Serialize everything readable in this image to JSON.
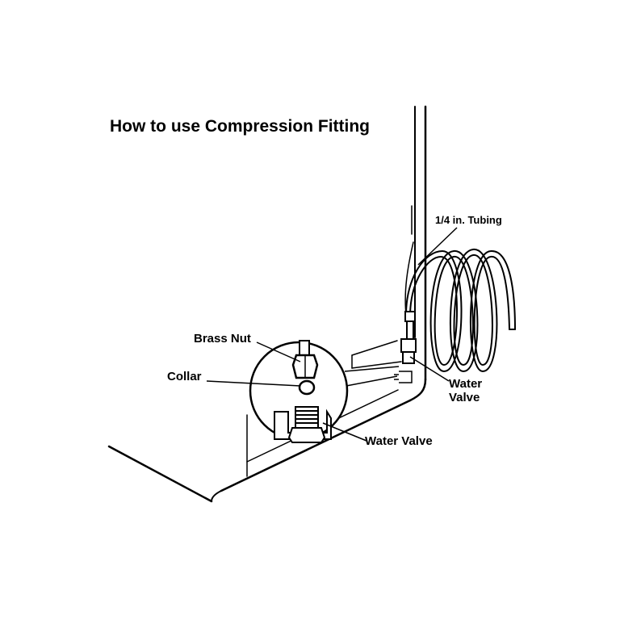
{
  "title": "How to use Compression Fitting",
  "labels": {
    "tubing": "1/4 in. Tubing",
    "brass_nut": "Brass Nut",
    "collar": "Collar",
    "water_valve_right_line1": "Water",
    "water_valve_right_line2": "Valve",
    "water_valve_bottom": "Water Valve"
  },
  "colors": {
    "line": "#000000",
    "background": "#ffffff"
  }
}
